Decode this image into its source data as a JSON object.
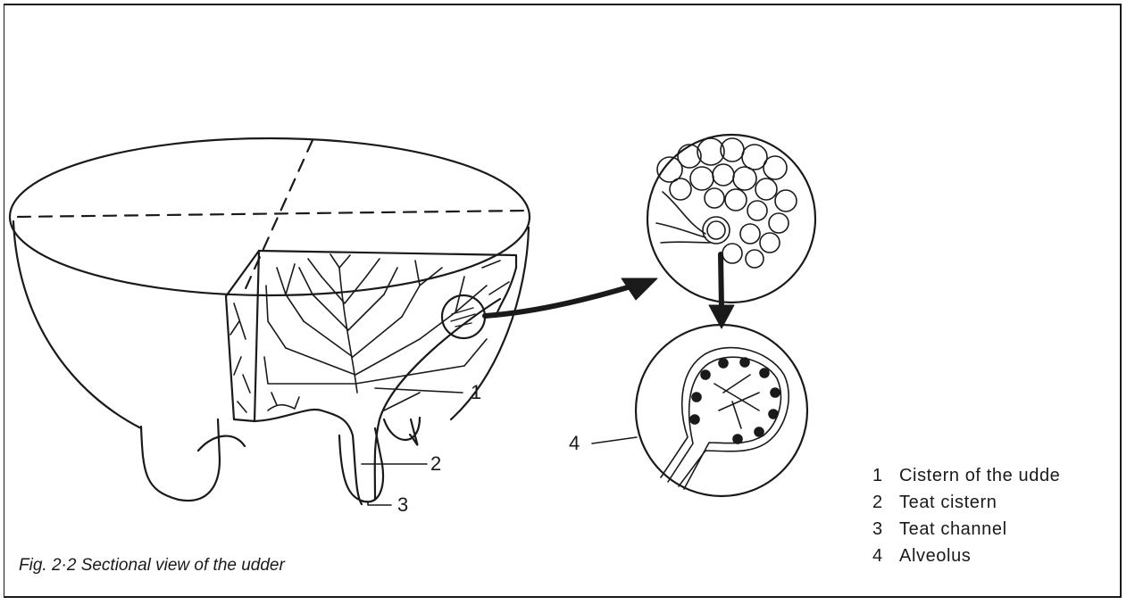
{
  "figure": {
    "caption": "Fig. 2·2 Sectional view of the udder",
    "callouts": {
      "c1": "1",
      "c2": "2",
      "c3": "3",
      "c4": "4"
    },
    "legend": [
      {
        "number": "1",
        "label": "Cistern of the udde"
      },
      {
        "number": "2",
        "label": "Teat cistern"
      },
      {
        "number": "3",
        "label": "Teat channel"
      },
      {
        "number": "4",
        "label": "Alveolus"
      }
    ],
    "ink_color": "#1a1a1a",
    "paper_color": "#ffffff"
  }
}
